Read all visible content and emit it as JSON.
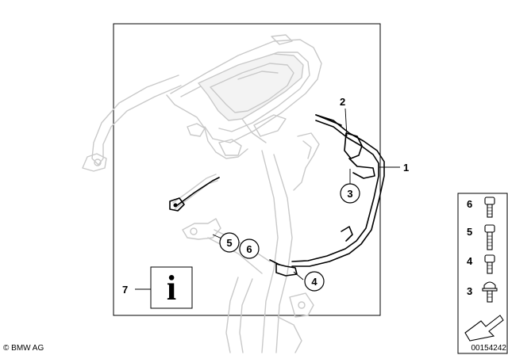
{
  "callouts": {
    "c1": "1",
    "c2": "2",
    "c3": "3",
    "c4": "4",
    "c5": "5",
    "c6": "6",
    "c7": "7"
  },
  "info_glyph": "i",
  "info_icon": "info-icon",
  "legend": {
    "items": [
      {
        "label": "6",
        "icon": "hex-socket-bolt-icon"
      },
      {
        "label": "5",
        "icon": "hex-socket-bolt-icon"
      },
      {
        "label": "4",
        "icon": "hex-socket-bolt-icon"
      },
      {
        "label": "3",
        "icon": "flange-bolt-icon"
      }
    ],
    "arrow_icon": "direction-arrow-icon"
  },
  "footer": {
    "copyright": "© BMW AG",
    "image_number": "00154242"
  }
}
